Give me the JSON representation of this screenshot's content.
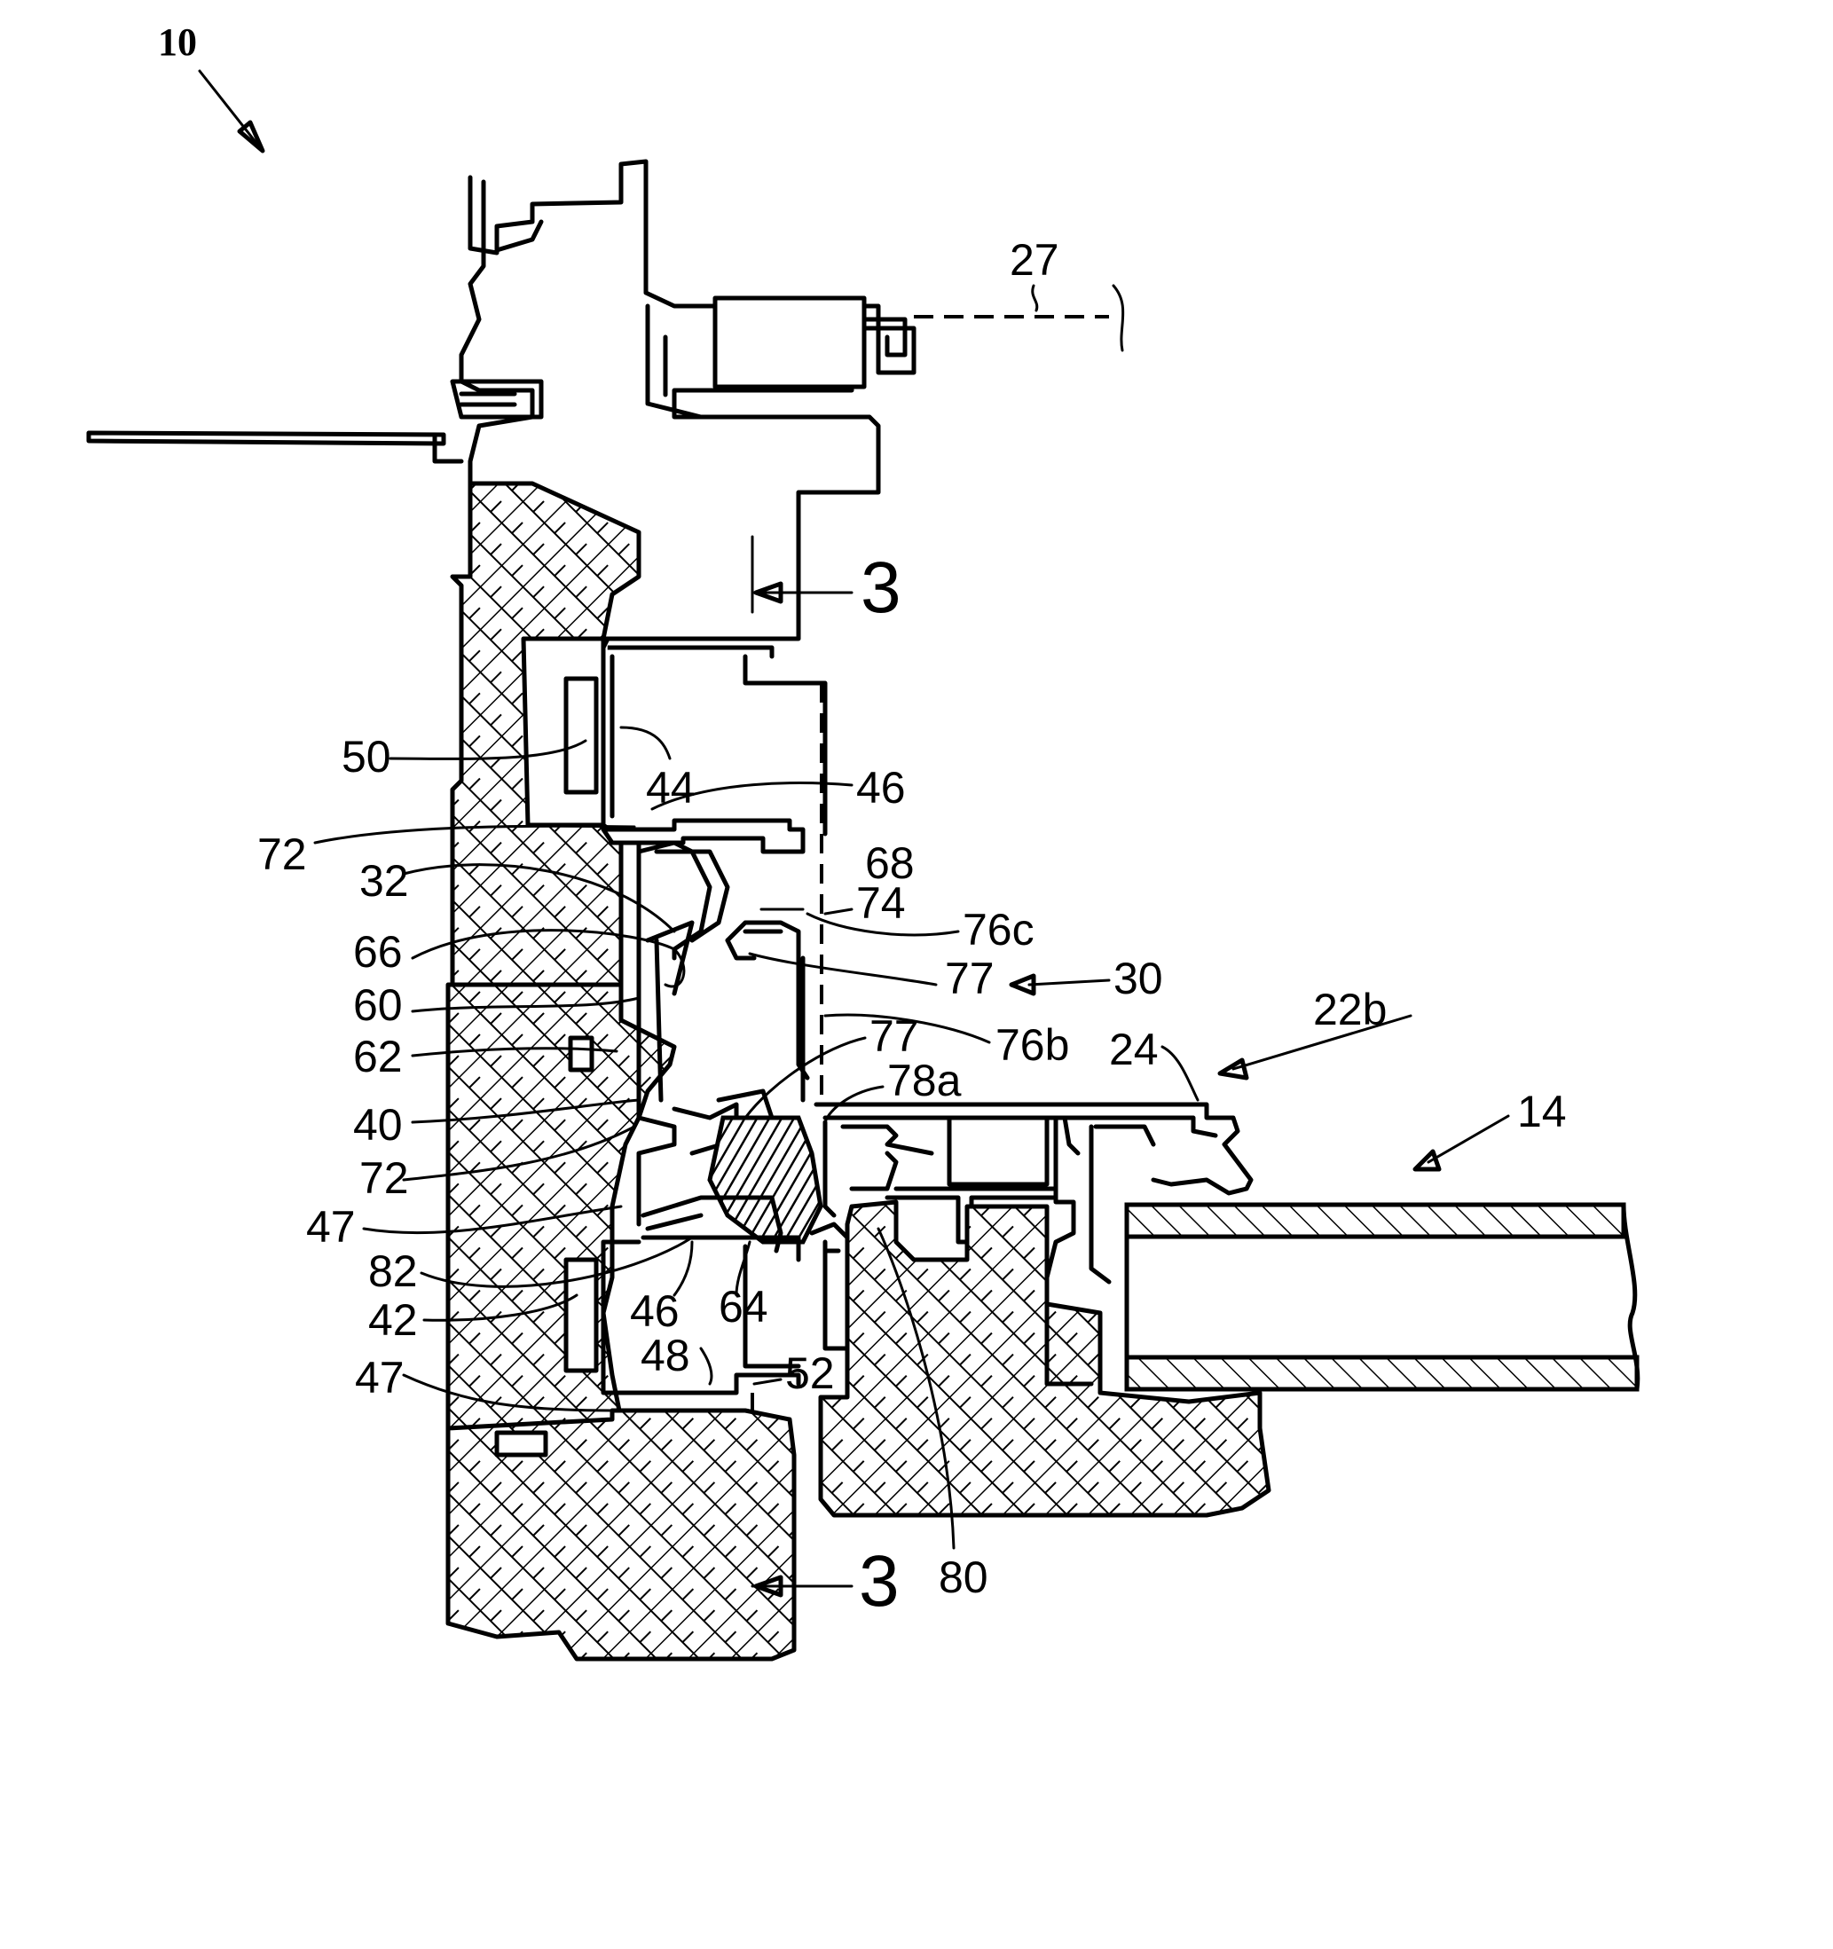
{
  "figure": {
    "reference_numerals": {
      "n10": "10",
      "n27": "27",
      "n3_top": "3",
      "n3_bottom": "3",
      "n50": "50",
      "n44": "44",
      "n46_top": "46",
      "n72_top": "72",
      "n68": "68",
      "n32": "32",
      "n74": "74",
      "n76c": "76c",
      "n66": "66",
      "n77_top": "77",
      "n30": "30",
      "n60": "60",
      "n76b": "76b",
      "n22b": "22b",
      "n62": "62",
      "n77_bottom": "77",
      "n24": "24",
      "n78a": "78a",
      "n14": "14",
      "n40": "40",
      "n72_bottom": "72",
      "n47_top": "47",
      "n82": "82",
      "n46_bottom": "46",
      "n64": "64",
      "n42": "42",
      "n48": "48",
      "n52": "52",
      "n47_bottom": "47",
      "n80": "80"
    },
    "colors": {
      "ink": "#000000",
      "paper": "#ffffff"
    }
  }
}
